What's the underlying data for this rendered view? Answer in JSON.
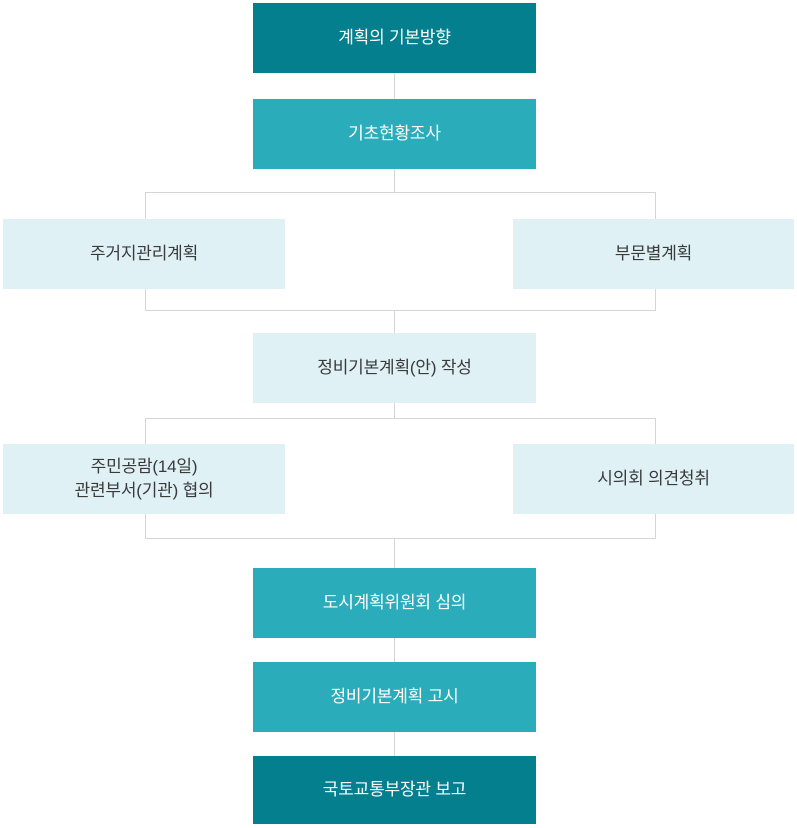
{
  "colors": {
    "dark_teal": "#047F8E",
    "teal": "#2BACBA",
    "light_teal": "#DFF1F5",
    "connector_gray": "#D5D5D5",
    "dark_text": "#3A3A3A",
    "light_text": "#FFFFFF"
  },
  "flow": {
    "nodes": [
      {
        "id": "plan-basic-direction",
        "label": "계획의 기본방향",
        "tone": "dark"
      },
      {
        "id": "baseline-survey",
        "label": "기초현황조사",
        "tone": "teal"
      },
      {
        "id": "residential-management-plan",
        "label": "주거지관리계획",
        "tone": "light"
      },
      {
        "id": "sectoral-plan",
        "label": "부문별계획",
        "tone": "light"
      },
      {
        "id": "draft-master-plan",
        "label": "정비기본계획(안) 작성",
        "tone": "light"
      },
      {
        "id": "public-inspection-consultation",
        "label": "주민공람(14일)",
        "label2": "관련부서(기관) 협의",
        "tone": "light"
      },
      {
        "id": "city-council-hearing",
        "label": "시의회 의견청취",
        "tone": "light"
      },
      {
        "id": "urban-planning-committee-review",
        "label": "도시계획위원회 심의",
        "tone": "teal"
      },
      {
        "id": "master-plan-notification",
        "label": "정비기본계획 고시",
        "tone": "teal"
      },
      {
        "id": "molit-minister-report",
        "label": "국토교통부장관 보고",
        "tone": "dark"
      }
    ]
  }
}
